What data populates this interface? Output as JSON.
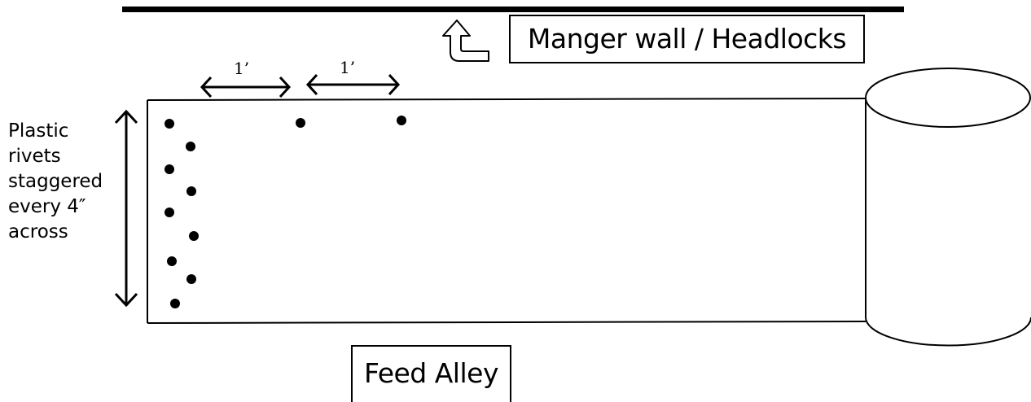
{
  "labels": {
    "manger": "Manger wall / Headlocks",
    "feed_alley": "Feed Alley",
    "rivet_note_lines": [
      "Plastic",
      "rivets",
      "staggered",
      "every 4″",
      "across"
    ],
    "spacing_1": "1’",
    "spacing_2": "1’"
  },
  "icons": {
    "rotation_arrow": "u-turn-arrow-icon",
    "vertical_dimension": "double-arrow-vertical-icon",
    "horizontal_dimension": "double-arrow-horizontal-icon"
  },
  "colors": {
    "ink": "#000000",
    "background": "#ffffff"
  }
}
